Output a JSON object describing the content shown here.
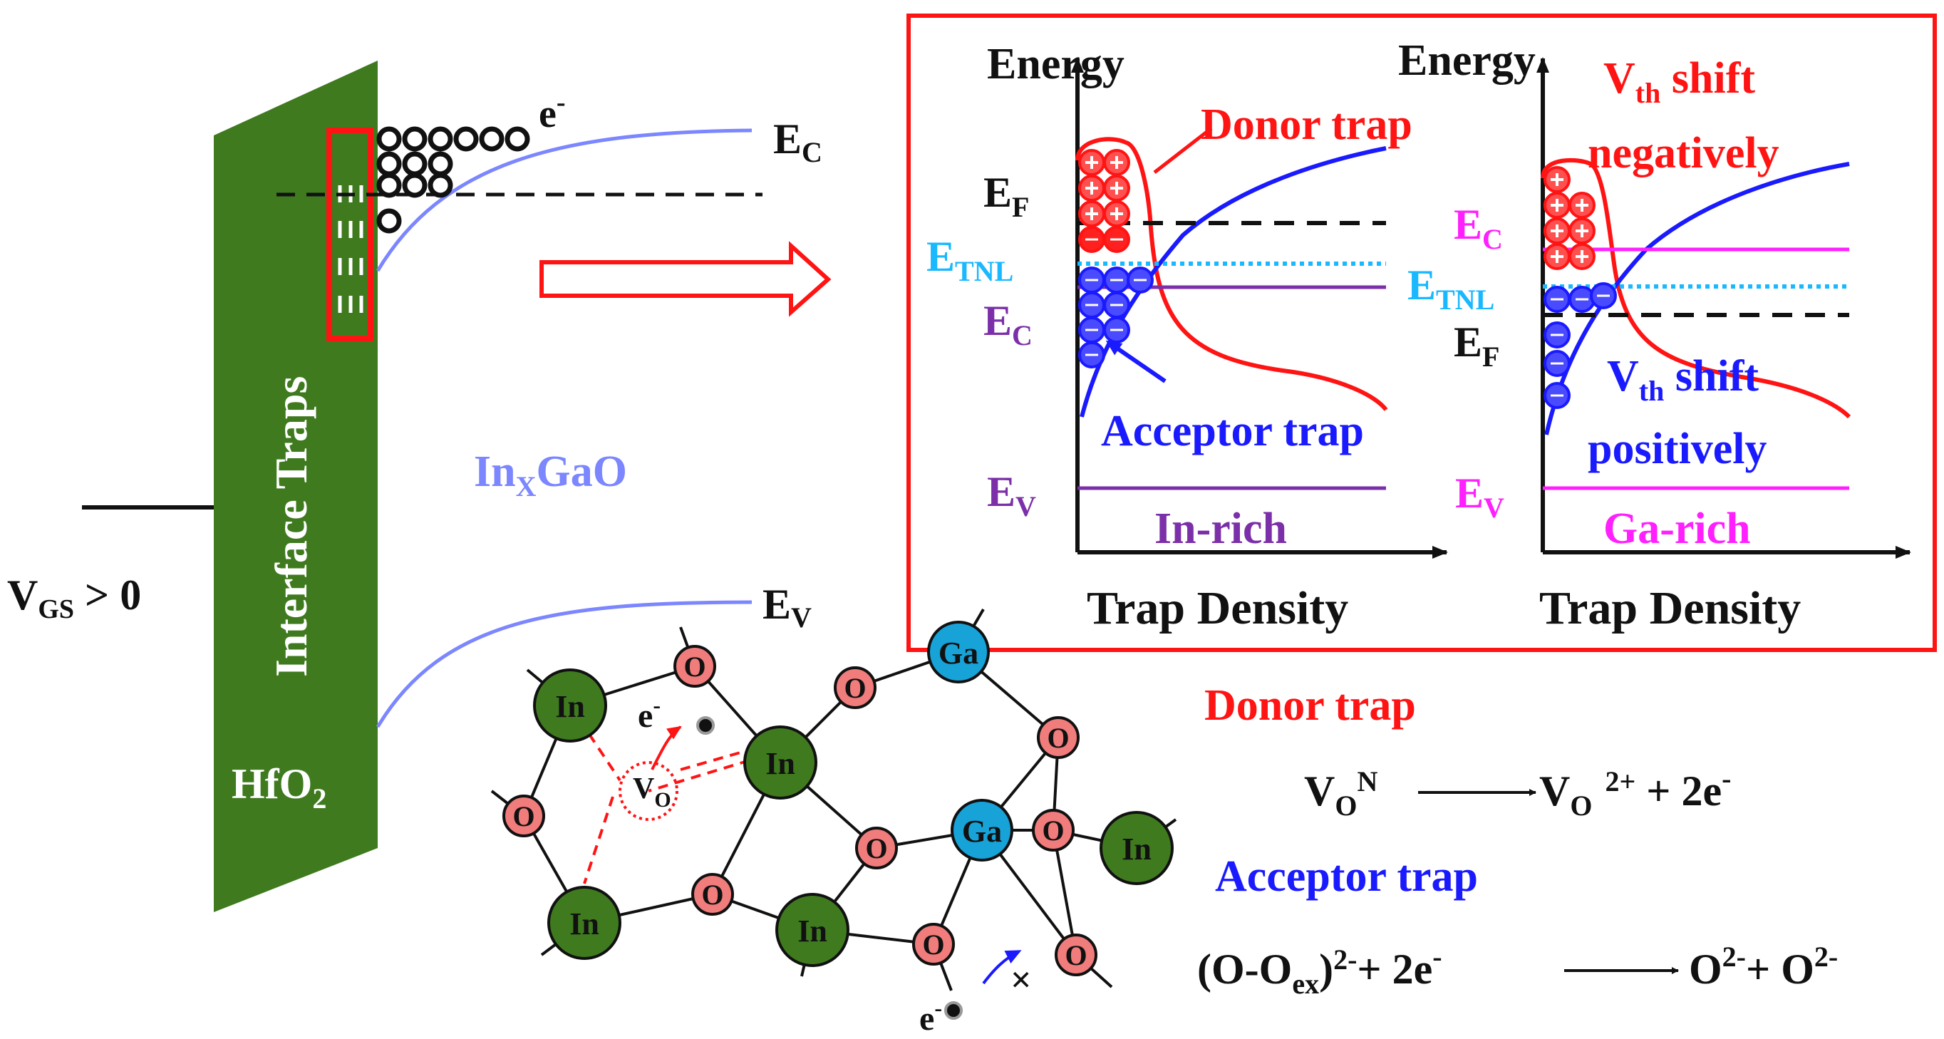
{
  "colors": {
    "green": "#3f7a1f",
    "red": "#ff1414",
    "blue": "#1a1aff",
    "light_blue": "#7b86ff",
    "cyan": "#19b8ff",
    "purple": "#7b2fa8",
    "magenta": "#ff1fff",
    "salmon": "#f07c7c",
    "ga_blue": "#17a2d8",
    "black": "#111111"
  },
  "left": {
    "interface_traps": "Interface Traps",
    "hfo2_main": "HfO",
    "hfo2_sub": "2",
    "vgs_main": "V",
    "vgs_sub": "GS",
    "vgs_rest": " > 0",
    "electron": "e",
    "electron_sup": "-",
    "ec_main": "E",
    "ec_sub": "C",
    "ev_main": "E",
    "ev_sub": "V",
    "inxgao_a": "In",
    "inxgao_sub": "X",
    "inxgao_b": "GaO"
  },
  "panel_in": {
    "energy": "Energy",
    "donor": "Donor trap",
    "ef_main": "E",
    "ef_sub": "F",
    "etnl_main": "E",
    "etnl_sub": "TNL",
    "ec_main": "E",
    "ec_sub": "C",
    "acceptor": "Acceptor trap",
    "ev_main": "E",
    "ev_sub": "V",
    "rich": "In-rich",
    "xlabel": "Trap Density"
  },
  "panel_ga": {
    "energy": "Energy",
    "vth_neg_a": "V",
    "vth_neg_sub": "th",
    "vth_neg_b": " shift",
    "vth_neg_c": "negatively",
    "ec_main": "E",
    "ec_sub": "C",
    "etnl_main": "E",
    "etnl_sub": "TNL",
    "ef_main": "E",
    "ef_sub": "F",
    "vth_pos_a": "V",
    "vth_pos_sub": "th",
    "vth_pos_b": " shift",
    "vth_pos_c": "positively",
    "ev_main": "E",
    "ev_sub": "V",
    "rich": "Ga-rich",
    "xlabel": "Trap Density"
  },
  "lattice": {
    "in": "In",
    "ga": "Ga",
    "o": "O",
    "electron": "e",
    "electron_sup": "-",
    "vo_main": "V",
    "vo_sub": "O",
    "cross": "×"
  },
  "reactions": {
    "donor_title": "Donor trap",
    "donor_a": "V",
    "donor_a_sub": "O",
    "donor_a_sup": "N",
    "donor_b": "V",
    "donor_b_sub": "O",
    "donor_b_sup": "2+",
    "donor_c": " + 2e",
    "donor_c_sup": "-",
    "acceptor_title": "Acceptor trap",
    "acc_a": "(O-O",
    "acc_a_sub": "ex",
    "acc_a_close": ")",
    "acc_a_sup": "2-",
    "acc_b": "+ 2e",
    "acc_b_sup": "-",
    "acc_c": "O",
    "acc_c_sup": "2-",
    "acc_d": "+ O",
    "acc_d_sup": "2-"
  }
}
